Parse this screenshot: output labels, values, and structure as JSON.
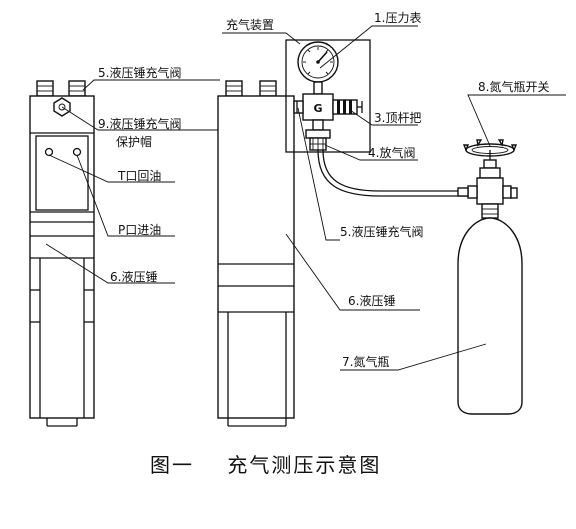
{
  "labels": {
    "l1": "1.压力表",
    "l_charging_device": "充气装置",
    "l3": "3.顶杆把",
    "l4": "4.放气阀",
    "l5_left": "5.液压锤充气阀",
    "l5_right": "5.液压锤充气阀",
    "l6_left": "6.液压锤",
    "l6_right": "6.液压锤",
    "l7": "7.氮气瓶",
    "l8": "8.氮气瓶开关",
    "l9_line1": "9.液压锤充气阀",
    "l9_line2": "保护帽",
    "port_t": "T口回油",
    "port_p": "P口进油",
    "gauge_letter": "G"
  },
  "caption": "图一    充气测压示意图"
}
